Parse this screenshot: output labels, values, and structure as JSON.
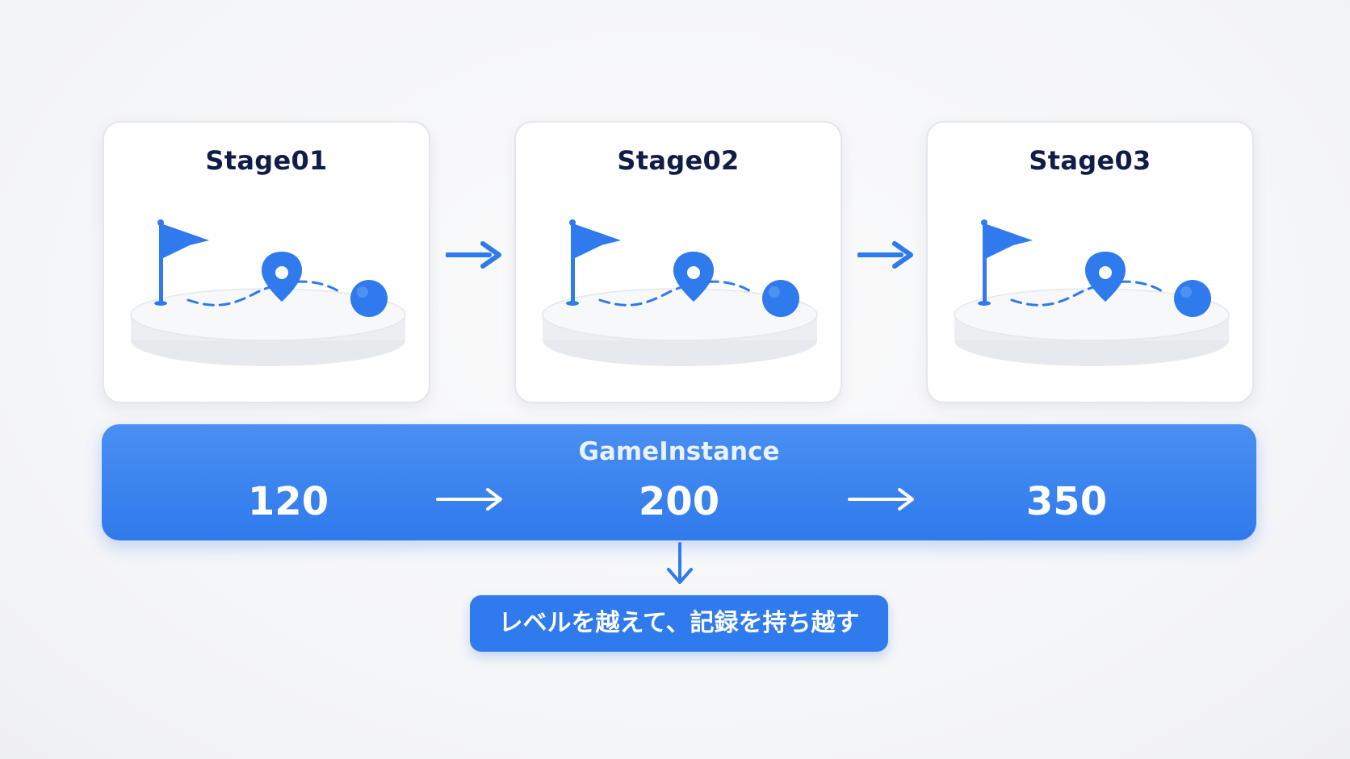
{
  "stages": [
    {
      "title": "Stage01",
      "icons": [
        "flag-icon",
        "location-pin-icon",
        "ball-icon"
      ]
    },
    {
      "title": "Stage02",
      "icons": [
        "flag-icon",
        "location-pin-icon",
        "ball-icon"
      ]
    },
    {
      "title": "Stage03",
      "icons": [
        "flag-icon",
        "location-pin-icon",
        "ball-icon"
      ]
    }
  ],
  "game_instance": {
    "title": "GameInstance",
    "scores": [
      "120",
      "200",
      "350"
    ]
  },
  "caption": "レベルを越えて、記録を持ち越す",
  "colors": {
    "accent": "#2f7aec",
    "title_text": "#0f1d48",
    "card_border": "#e3e6eb"
  }
}
